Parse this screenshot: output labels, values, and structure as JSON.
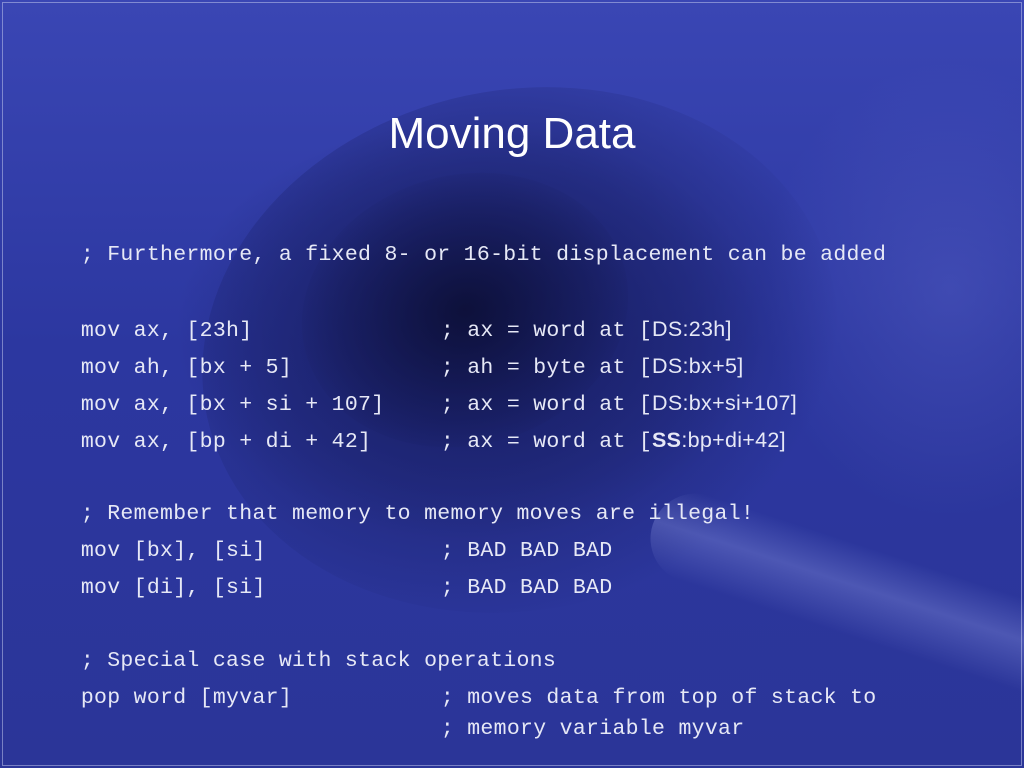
{
  "slide": {
    "title": "Moving Data",
    "lines": {
      "l1": {
        "text": "; Furthermore, a fixed 8- or 16-bit displacement can be added"
      },
      "l2": {
        "instr": "mov ax, [23h]",
        "comment_prefix": "; ax = word at [",
        "comment_tail": "DS:23h]"
      },
      "l3": {
        "instr": "mov ah, [bx + 5]",
        "comment_prefix": "; ah = byte at [",
        "comment_tail": "DS:bx+5]"
      },
      "l4": {
        "instr": "mov ax, [bx + si + 107]",
        "comment_prefix": "; ax = word at [",
        "comment_tail": "DS:bx+si+107]"
      },
      "l5": {
        "instr": "mov ax, [bp + di + 42]",
        "comment_prefix": "; ax = word at [",
        "comment_bold": "SS",
        "comment_tail": ":bp+di+42]"
      },
      "l6": {
        "text": "; Remember that memory to memory moves are illegal!"
      },
      "l7": {
        "instr": "mov [bx], [si]",
        "comment": "; BAD BAD BAD"
      },
      "l8": {
        "instr": "mov [di], [si]",
        "comment": "; BAD BAD BAD"
      },
      "l9": {
        "text": "; Special case with stack operations"
      },
      "l10": {
        "instr": "pop word [myvar]",
        "comment": "; moves data from top of stack to"
      },
      "l11": {
        "instr": "",
        "comment": "; memory variable myvar"
      }
    }
  }
}
